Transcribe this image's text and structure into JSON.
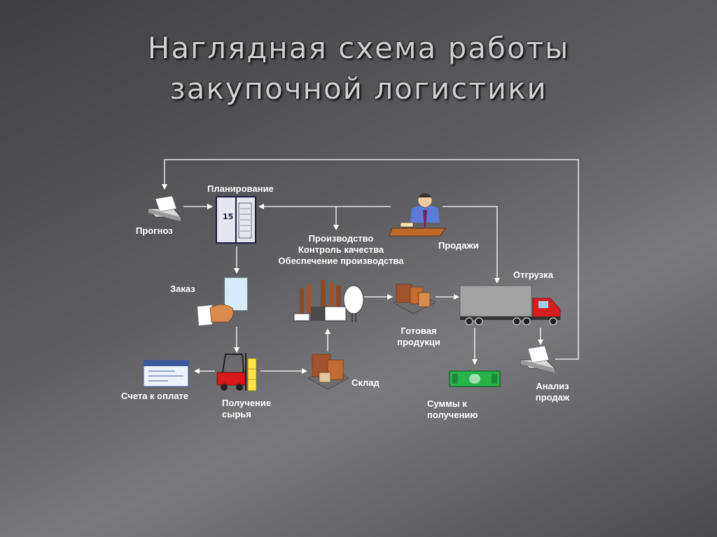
{
  "title": {
    "line1": "Наглядная схема работы",
    "line2": "закупочной логистики"
  },
  "labels": {
    "planning": "Планирование",
    "forecast": "Прогноз",
    "production_line1": "Производство",
    "production_line2": "Контроль качества",
    "production_line3": "Обеспечение производства",
    "sales": "Продажи",
    "shipment": "Отгрузка",
    "order": "Заказ",
    "finished_line1": "Готовая",
    "finished_line2": "продукци",
    "invoices": "Счета к оплате",
    "receiving_line1": "Получение",
    "receiving_line2": "сырья",
    "warehouse": "Склад",
    "receivables_line1": "Суммы к",
    "receivables_line2": "получению",
    "analysis_line1": "Анализ",
    "analysis_line2": "продаж"
  },
  "icons": [
    "printer-icon",
    "planning-binder-icon",
    "salesman-desk-icon",
    "order-form-icon",
    "handshake-icon",
    "factory-icon",
    "finished-goods-pallet-icon",
    "truck-icon",
    "invoice-check-icon",
    "forklift-icon",
    "warehouse-pallet-icon",
    "money-icon",
    "analysis-printer-icon"
  ]
}
